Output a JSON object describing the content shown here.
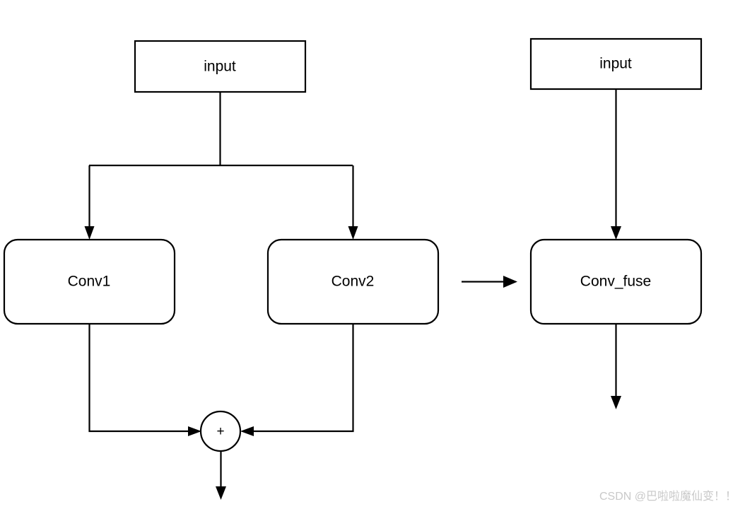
{
  "diagram": {
    "title": "Conv branch fusion / re-parameterization diagram",
    "background_color": "#ffffff",
    "stroke_color": "#000000",
    "left_graph": {
      "input_label": "input",
      "branch1_label": "Conv1",
      "branch2_label": "Conv2",
      "sum_label": "+"
    },
    "right_graph": {
      "input_label": "input",
      "fused_label": "Conv_fuse"
    },
    "transform_arrow_label": ""
  },
  "watermark": {
    "text": "CSDN @巴啦啦魔仙变！！",
    "color": "#c9c9c9"
  }
}
